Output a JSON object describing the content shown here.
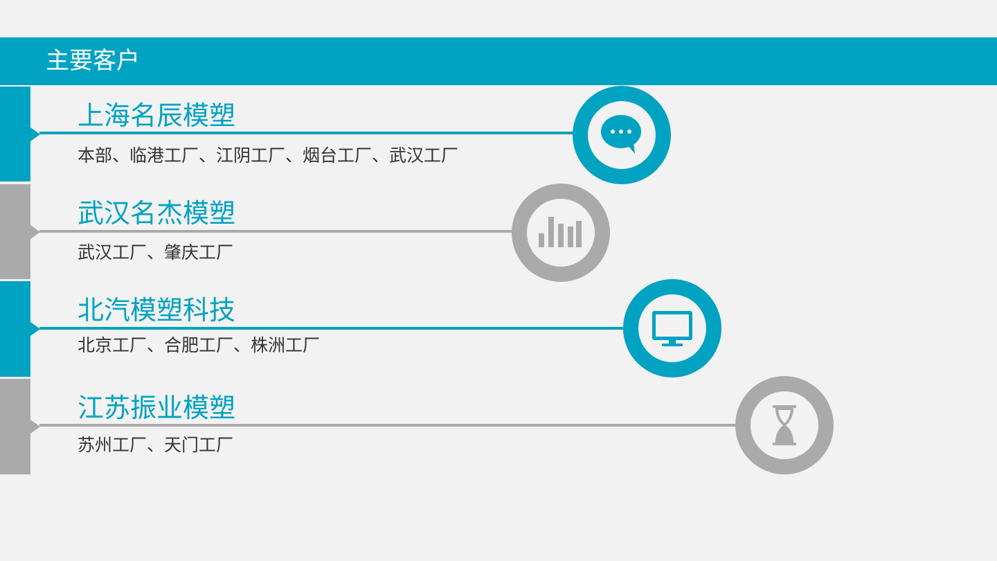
{
  "header": {
    "title": "主要客户"
  },
  "colors": {
    "accent": "#00a2c2",
    "gray": "#aaaaaa",
    "background": "#f2f2f2",
    "text": "#333333"
  },
  "customers": [
    {
      "name": "上海名辰模塑",
      "sites": "本部、临港工厂、江阴工厂、烟台工厂、武汉工厂",
      "icon": "chat-bubble-icon",
      "color": "blue"
    },
    {
      "name": "武汉名杰模塑",
      "sites": "武汉工厂、肇庆工厂",
      "icon": "bar-chart-icon",
      "color": "gray"
    },
    {
      "name": "北汽模塑科技",
      "sites": "北京工厂、合肥工厂、株洲工厂",
      "icon": "monitor-icon",
      "color": "blue"
    },
    {
      "name": "江苏振业模塑",
      "sites": "苏州工厂、天门工厂",
      "icon": "hourglass-icon",
      "color": "gray"
    }
  ]
}
